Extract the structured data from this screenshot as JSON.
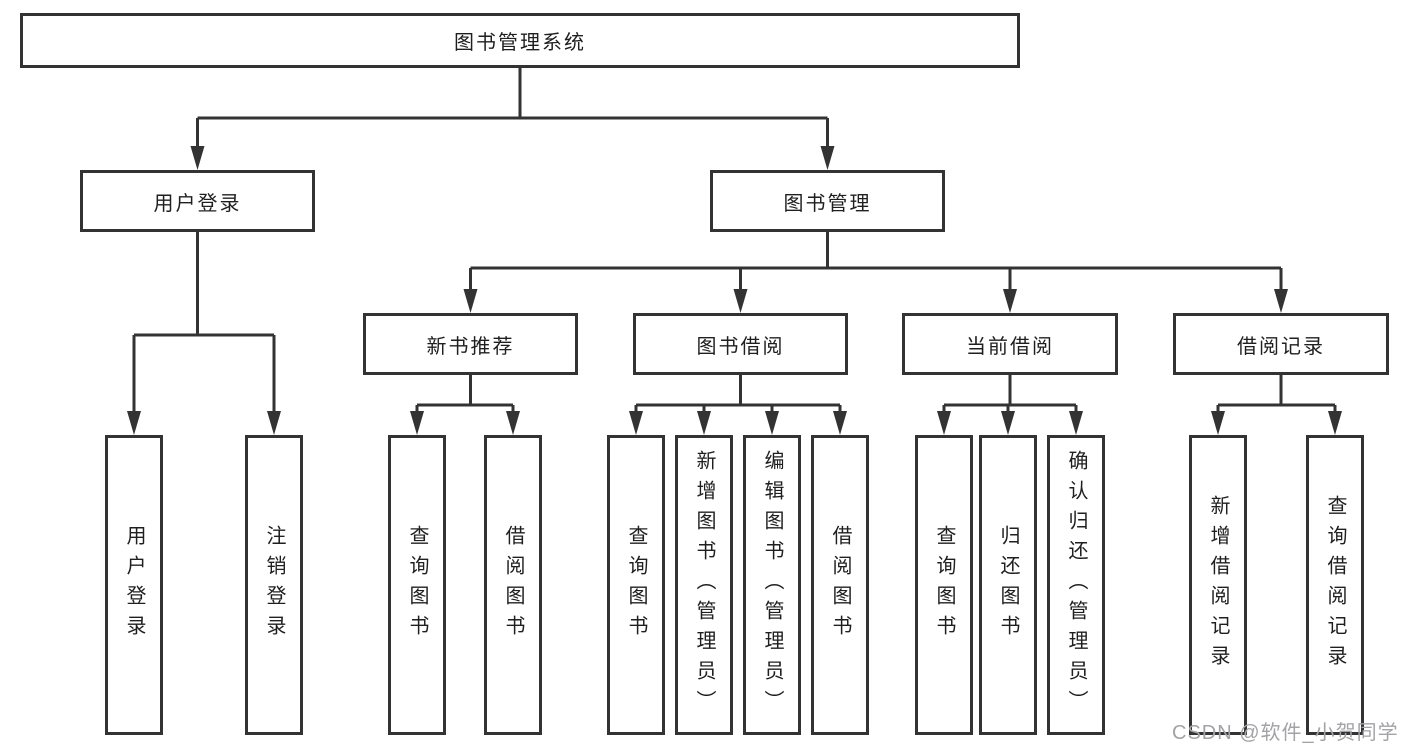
{
  "diagram": {
    "root": {
      "label": "图书管理系统"
    },
    "level2": [
      {
        "label": "用户登录"
      },
      {
        "label": "图书管理"
      }
    ],
    "level3": [
      {
        "label": "新书推荐",
        "parent": "图书管理"
      },
      {
        "label": "图书借阅",
        "parent": "图书管理"
      },
      {
        "label": "当前借阅",
        "parent": "图书管理"
      },
      {
        "label": "借阅记录",
        "parent": "图书管理"
      }
    ],
    "leaves": [
      {
        "label": "用户登录",
        "parent": "用户登录"
      },
      {
        "label": "注销登录",
        "parent": "用户登录"
      },
      {
        "label": "查询图书",
        "parent": "新书推荐"
      },
      {
        "label": "借阅图书",
        "parent": "新书推荐"
      },
      {
        "label": "查询图书",
        "parent": "图书借阅"
      },
      {
        "label": "新增图书（管理员）",
        "parent": "图书借阅"
      },
      {
        "label": "编辑图书（管理员）",
        "parent": "图书借阅"
      },
      {
        "label": "借阅图书",
        "parent": "图书借阅"
      },
      {
        "label": "查询图书",
        "parent": "当前借阅"
      },
      {
        "label": "归还图书",
        "parent": "当前借阅"
      },
      {
        "label": "确认归还（管理员）",
        "parent": "当前借阅"
      },
      {
        "label": "新增借阅记录",
        "parent": "借阅记录"
      },
      {
        "label": "查询借阅记录",
        "parent": "借阅记录"
      }
    ],
    "watermark": "CSDN @软件_小贺同学",
    "colors": {
      "line": "#333333",
      "text": "#1f1f1f",
      "watermark": "#a3a3a7",
      "background": "#ffffff"
    }
  }
}
